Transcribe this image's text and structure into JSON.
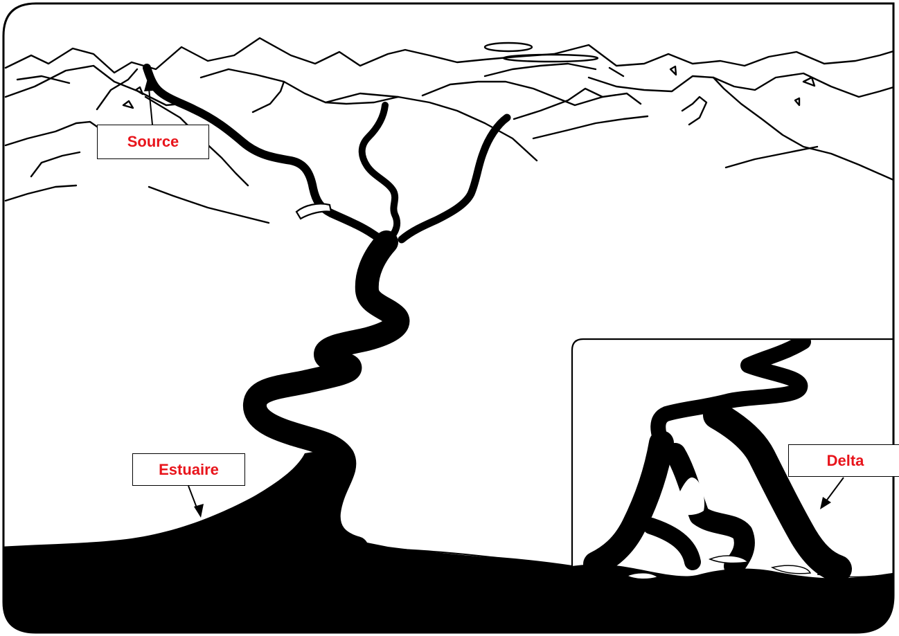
{
  "labels": {
    "source": "Source",
    "estuaire": "Estuaire",
    "delta": "Delta"
  },
  "colors": {
    "label_text": "#e8141b",
    "ink": "#000000",
    "paper": "#ffffff"
  }
}
